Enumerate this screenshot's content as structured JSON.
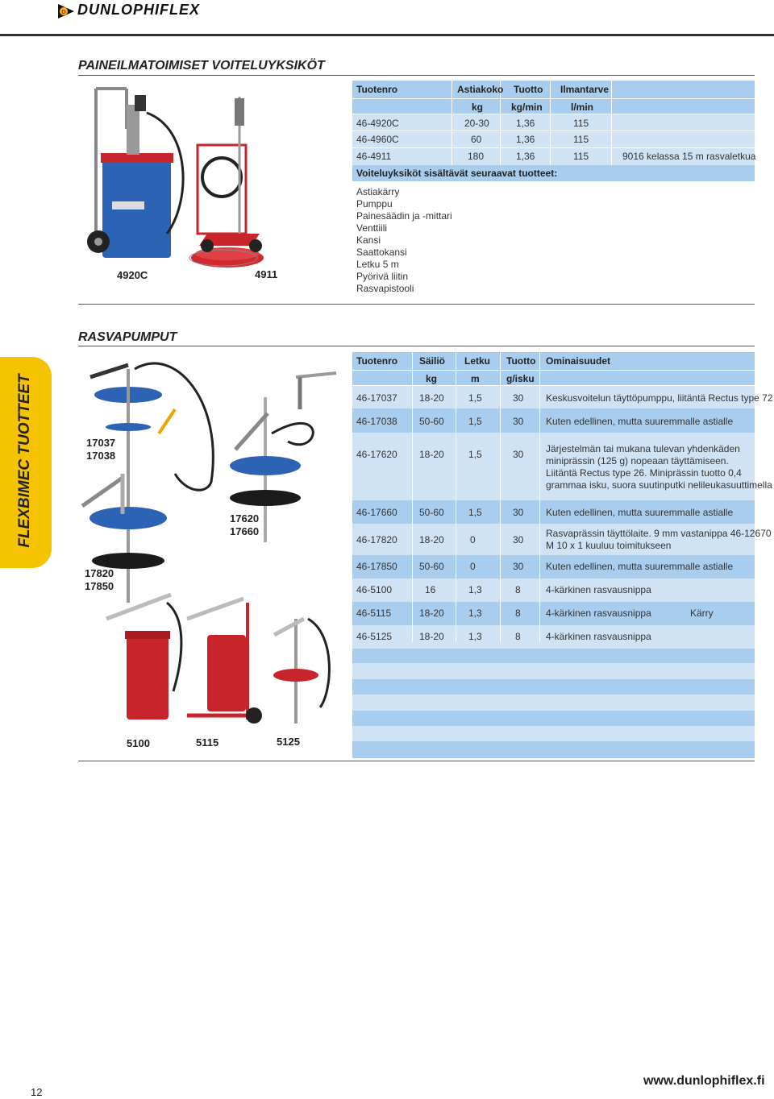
{
  "header": {
    "brand": "DUNLOPHIFLEX"
  },
  "section1": {
    "title": "PAINEILMATOIMISET VOITELUYKSIKÖT",
    "image_labels": [
      "4920C",
      "4911"
    ],
    "table": {
      "headers": [
        "Tuotenro",
        "Astiakoko",
        "Tuotto",
        "Ilmantarve"
      ],
      "units": [
        "kg",
        "kg/min",
        "l/min"
      ],
      "rows": [
        [
          "46-4920C",
          "20-30",
          "1,36",
          "115",
          ""
        ],
        [
          "46-4960C",
          "60",
          "1,36",
          "115",
          ""
        ],
        [
          "46-4911",
          "180",
          "1,36",
          "115",
          "9016 kelassa 15 m rasvaletkua"
        ]
      ],
      "includes_title": "Voiteluyksiköt sisältävät seuraavat tuotteet:",
      "includes": [
        "Astiakärry",
        "Pumppu",
        "Painesäädin ja -mittari",
        "Venttiili",
        "Kansi",
        "Saattokansi",
        "Letku 5 m",
        "Pyörivä liitin",
        "Rasvapistooli"
      ]
    }
  },
  "section2": {
    "title": "RASVAPUMPUT",
    "image_labels": [
      "17037\n17038",
      "17620\n17660",
      "17820\n17850",
      "5100",
      "5115",
      "5125"
    ],
    "table": {
      "headers": [
        "Tuotenro",
        "Säiliö",
        "Letku",
        "Tuotto",
        "Ominaisuudet"
      ],
      "units": [
        "kg",
        "m",
        "g/isku"
      ],
      "rows": [
        {
          "no": "46-17037",
          "tank": "18-20",
          "hose": "1,5",
          "out": "30",
          "desc": "Keskusvoitelun täyttöpumppu, liitäntä Rectus type 72",
          "extra": ""
        },
        {
          "no": "46-17038",
          "tank": "50-60",
          "hose": "1,5",
          "out": "30",
          "desc": "Kuten edellinen, mutta suuremmalle astialle",
          "extra": ""
        },
        {
          "no": "46-17620",
          "tank": "18-20",
          "hose": "1,5",
          "out": "30",
          "desc": "Järjestelmän tai mukana tulevan yhdenkäden\nminiprässin (125 g) nopeaan täyttämiseen.\nLiitäntä Rectus type 26. Miniprässin tuotto 0,4\ngrammaa isku, suora suutinputki nelileukasuuttimella",
          "extra": ""
        },
        {
          "no": "46-17660",
          "tank": "50-60",
          "hose": "1,5",
          "out": "30",
          "desc": "Kuten edellinen, mutta suuremmalle astialle",
          "extra": ""
        },
        {
          "no": "46-17820",
          "tank": "18-20",
          "hose": "0",
          "out": "30",
          "desc": "Rasvaprässin täyttölaite. 9 mm vastanippa 46-12670\nM 10 x 1 kuuluu toimitukseen",
          "extra": ""
        },
        {
          "no": "46-17850",
          "tank": "50-60",
          "hose": "0",
          "out": "30",
          "desc": "Kuten edellinen, mutta suuremmalle astialle",
          "extra": ""
        },
        {
          "no": "46-5100",
          "tank": "16",
          "hose": "1,3",
          "out": "8",
          "desc": "4-kärkinen rasvausnippa",
          "extra": ""
        },
        {
          "no": "46-5115",
          "tank": "18-20",
          "hose": "1,3",
          "out": "8",
          "desc": "4-kärkinen rasvausnippa",
          "extra": "Kärry"
        },
        {
          "no": "46-5125",
          "tank": "18-20",
          "hose": "1,3",
          "out": "8",
          "desc": "4-kärkinen rasvausnippa",
          "extra": ""
        }
      ]
    }
  },
  "side_tab": "FLEXBIMEC TUOTTEET",
  "footer": {
    "page_number": "12",
    "url": "www.dunlophiflex.fi"
  },
  "colors": {
    "header_band": "#a9cdee",
    "row_band": "#cfe3f5",
    "tab": "#f5c200",
    "pump_blue": "#2d63b5",
    "pump_red": "#c8242b"
  }
}
